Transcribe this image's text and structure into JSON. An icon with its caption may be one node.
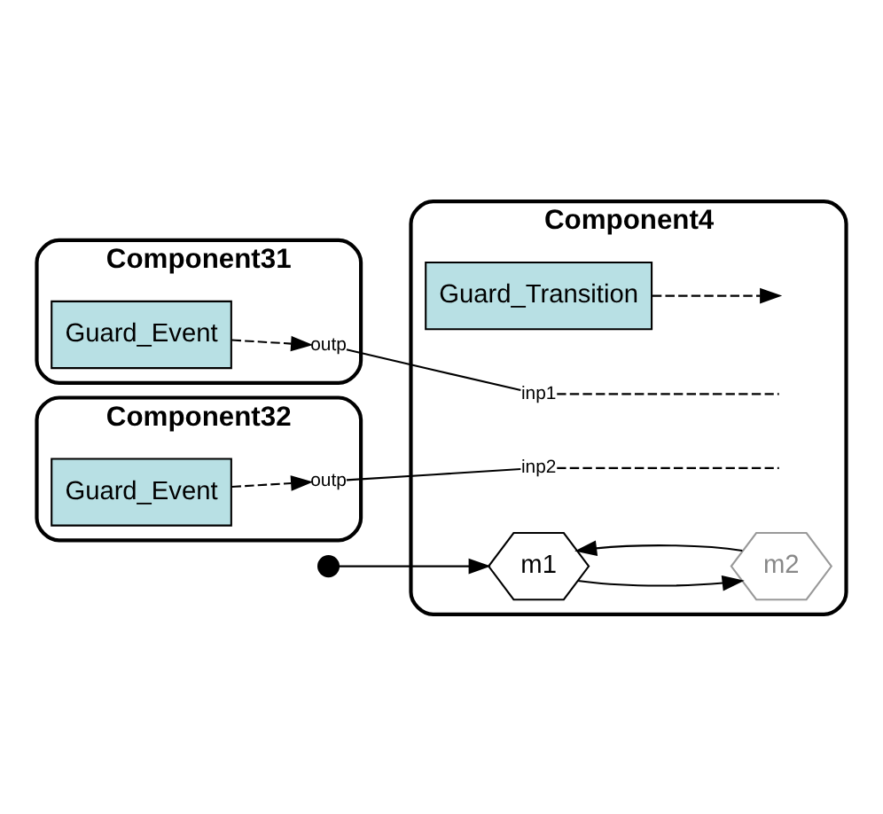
{
  "diagram": {
    "nodes": [
      {
        "text": [
          "Component31"
        ]
      },
      {
        "text": [
          "Guard_Event"
        ],
        "in": 0
      },
      {
        "text": [
          "outp"
        ],
        "in": 0
      },
      {
        "text": [
          "Component32"
        ]
      },
      {
        "text": [
          "Guard_Event"
        ],
        "in": 3
      },
      {
        "text": [
          "outp"
        ],
        "in": 3
      },
      {
        "text": [
          "Component4"
        ]
      },
      {
        "text": [
          "Guard_Transition"
        ],
        "in": 6
      },
      {
        "text": [
          "inp1"
        ],
        "in": 6
      },
      {
        "text": [
          "inp2"
        ],
        "in": 6
      },
      {
        "text": [
          "m1"
        ],
        "in": 6
      },
      {
        "text": [
          "m2"
        ],
        "in": 6
      },
      {
        "text": [],
        "shape": "circle"
      }
    ],
    "edges": [
      {
        "from": 1,
        "to": 2,
        "arrow": "to",
        "style": "dashed"
      },
      {
        "from": 4,
        "to": 5,
        "arrow": "to",
        "style": "dashed"
      },
      {
        "from": 2,
        "to": 8,
        "arrow": "none"
      },
      {
        "from": 5,
        "to": 9,
        "arrow": "none"
      },
      {
        "from": 8,
        "to": null,
        "arrow": "none",
        "style": "dashed"
      },
      {
        "from": 9,
        "to": null,
        "arrow": "none",
        "style": "dashed"
      },
      {
        "from": 7,
        "to": null,
        "arrow": "to",
        "style": "dashed"
      },
      {
        "from": 10,
        "to": 11,
        "arrow": "to"
      },
      {
        "from": 11,
        "to": 10,
        "arrow": "to"
      },
      {
        "from": 12,
        "to": 10,
        "arrow": "to"
      }
    ]
  }
}
